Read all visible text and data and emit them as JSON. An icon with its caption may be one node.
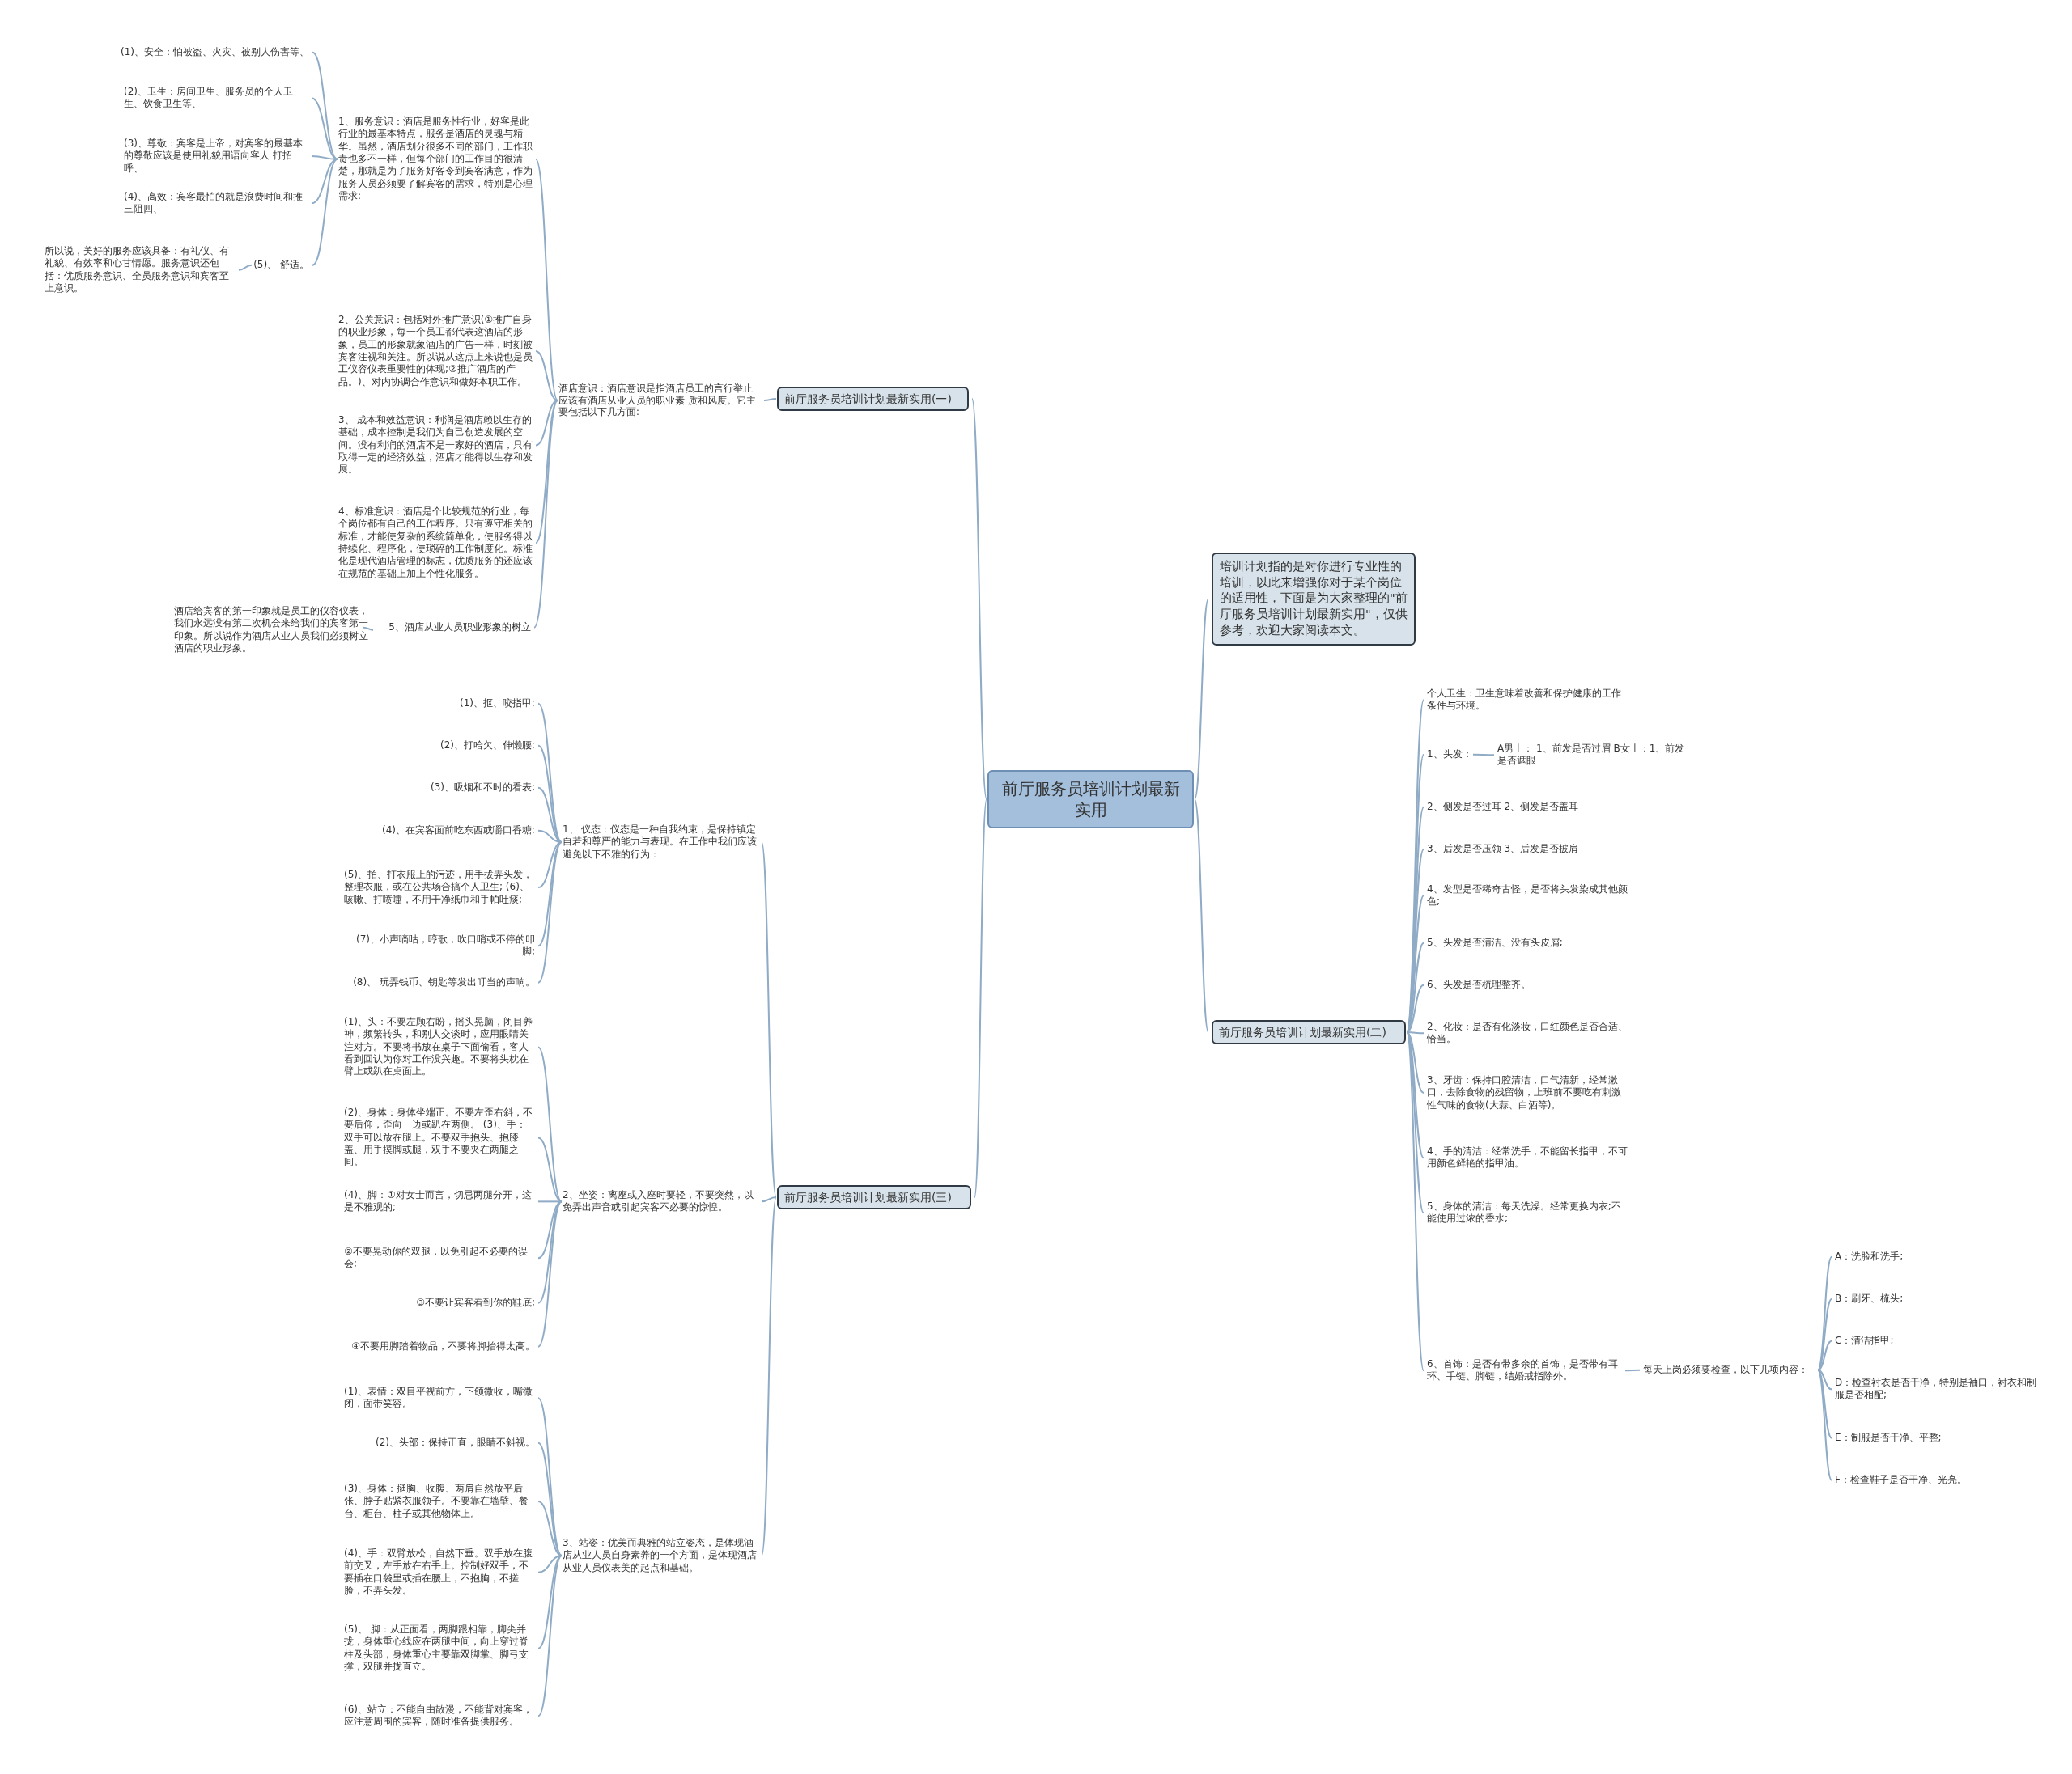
{
  "diagram": {
    "nodes": [
      {
        "text": [
          "前厅服务员培训计划最新实用"
        ]
      },
      {
        "text": [
          "前厅服务员培训计划最新实用(一)"
        ]
      },
      {
        "text": [
          "酒店意识：酒店意识是指酒店员工的言行举止应该有酒店从业人员的职业素 质和风度。它主要包括以下几方面:"
        ]
      },
      {
        "text": [
          "1、服务意识：酒店是服务性行业，好客是此行业的最基本特点，服务是酒店的灵魂与精华。虽然，酒店划分很多不同的部门，工作职责也多不一样，但每个部门的工作目的很清楚，那就是为了服务好客令到宾客满意，作为服务人员必须要了解宾客的需求，特别是心理需求:"
        ]
      },
      {
        "text": [
          "(1)、安全：怕被盗、火灾、被别人伤害等、"
        ]
      },
      {
        "text": [
          "(2)、卫生：房间卫生、服务员的个人卫生、饮食卫生等、"
        ]
      },
      {
        "text": [
          "(3)、尊敬：宾客是上帝，对宾客的最基本的尊敬应该是使用礼貌用语向客人 打招呼、"
        ]
      },
      {
        "text": [
          "(4)、高效：宾客最怕的就是浪费时间和推三阻四、"
        ]
      },
      {
        "text": [
          "(5)、 舒适。"
        ]
      },
      {
        "text": [
          "所以说，美好的服务应该具备：有礼仪、有礼貌、有效率和心甘情愿。服务意识还包括：优质服务意识、全员服务意识和宾客至上意识。"
        ]
      },
      {
        "text": [
          "2、公关意识：包括对外推广意识(①推广自身的职业形象，每一个员工都代表这酒店的形象，员工的形象就象酒店的广告一样，时刻被宾客注视和关注。所以说从这点上来说也是员工仪容仪表重要性的体现;②推广酒店的产品。)、对内协调合作意识和做好本职工作。"
        ]
      },
      {
        "text": [
          "3、 成本和效益意识：利润是酒店赖以生存的基础，成本控制是我们为自己创造发展的空间。没有利润的酒店不是一家好的酒店，只有取得一定的经济效益，酒店才能得以生存和发展。"
        ]
      },
      {
        "text": [
          "4、标准意识：酒店是个比较规范的行业，每个岗位都有自己的工作程序。只有遵守相关的标准，才能使复杂的系统简单化，使服务得以持续化、程序化，使琐碎的工作制度化。标准化是现代酒店管理的标志，优质服务的还应该在规范的基础上加上个性化服务。"
        ]
      },
      {
        "text": [
          "5、酒店从业人员职业形象的树立"
        ]
      },
      {
        "text": [
          "酒店给宾客的第一印象就是员工的仪容仪表，我们永远没有第二次机会来给我们的宾客第一印象。所以说作为酒店从业人员我们必须树立酒店的职业形象。"
        ]
      },
      {
        "text": [
          "培训计划指的是对你进行专业性的培训，以此来增强你对于某个岗位的适用性，下面是为大家整理的\"前厅服务员培训计划最新实用\"，仅供参考，欢迎大家阅读本文。"
        ]
      },
      {
        "text": [
          "前厅服务员培训计划最新实用(二)"
        ]
      },
      {
        "text": [
          "个人卫生：卫生意味着改善和保护健康的工作条件与环境。"
        ]
      },
      {
        "text": [
          "1、头发："
        ]
      },
      {
        "text": [
          "A男士： 1、前发是否过眉 B女士：1、前发是否遮眼"
        ]
      },
      {
        "text": [
          "2、侧发是否过耳 2、侧发是否盖耳"
        ]
      },
      {
        "text": [
          "3、后发是否压领 3、后发是否披肩"
        ]
      },
      {
        "text": [
          "4、发型是否稀奇古怪，是否将头发染成其他颜色;"
        ]
      },
      {
        "text": [
          "5、头发是否清洁、没有头皮屑;"
        ]
      },
      {
        "text": [
          "6、头发是否梳理整齐。"
        ]
      },
      {
        "text": [
          "2、化妆：是否有化淡妆，口红颜色是否合适、恰当。"
        ]
      },
      {
        "text": [
          "3、牙齿：保持口腔清洁，口气清新，经常漱口，去除食物的残留物，上班前不要吃有刺激性气味的食物(大蒜、白酒等)。"
        ]
      },
      {
        "text": [
          "4、手的清洁：经常洗手，不能留长指甲，不可用颜色鲜艳的指甲油。"
        ]
      },
      {
        "text": [
          "5、身体的清洁：每天洗澡。经常更换内衣;不能使用过浓的香水;"
        ]
      },
      {
        "text": [
          "6、首饰：是否有带多余的首饰，是否带有耳环、手链、脚链，结婚戒指除外。"
        ]
      },
      {
        "text": [
          "每天上岗必须要检查，以下几项内容："
        ]
      },
      {
        "text": [
          "A：洗脸和洗手;"
        ]
      },
      {
        "text": [
          "B：刷牙、梳头;"
        ]
      },
      {
        "text": [
          "C：清洁指甲;"
        ]
      },
      {
        "text": [
          "D：检查衬衣是否干净，特别是袖口，衬衣和制服是否相配;"
        ]
      },
      {
        "text": [
          "E：制服是否干净、平整;"
        ]
      },
      {
        "text": [
          "F：检查鞋子是否干净、光亮。"
        ]
      },
      {
        "text": [
          "前厅服务员培训计划最新实用(三)"
        ]
      },
      {
        "text": [
          "1、 仪态：仪态是一种自我约束，是保持镇定自若和尊严的能力与表现。在工作中我们应该避免以下不雅的行为："
        ]
      },
      {
        "text": [
          "(1)、抠、咬指甲;"
        ]
      },
      {
        "text": [
          "(2)、打哈欠、伸懒腰;"
        ]
      },
      {
        "text": [
          "(3)、吸烟和不时的看表;"
        ]
      },
      {
        "text": [
          "(4)、在宾客面前吃东西或嚼口香糖;"
        ]
      },
      {
        "text": [
          "(5)、拍、打衣服上的污迹，用手拔弄头发，整理衣服，或在公共场合搞个人卫生; (6)、咳嗽、打喷嚏，不用干净纸巾和手帕吐痰;"
        ]
      },
      {
        "text": [
          "(7)、小声嘀咕，哼歌，吹口哨或不停的叩脚;"
        ]
      },
      {
        "text": [
          "(8)、 玩弄钱币、钥匙等发出叮当的声响。"
        ]
      },
      {
        "text": [
          "2、坐姿：离座或入座时要轻，不要突然，以免弄出声音或引起宾客不必要的惊惶。"
        ]
      },
      {
        "text": [
          "(1)、头：不要左顾右盼，摇头晃脑，闭目养神，频繁转头，和别人交谈时，应用眼睛关注对方。不要将书放在桌子下面偷看，客人看到回认为你对工作没兴趣。不要将头枕在臂上或趴在桌面上。"
        ]
      },
      {
        "text": [
          "(2)、身体：身体坐端正。不要左歪右斜，不要后仰，歪向一边或趴在两侧。 (3)、手：双手可以放在腿上。不要双手抱头、抱膝盖、用手摸脚或腿，双手不要夹在两腿之间。"
        ]
      },
      {
        "text": [
          "(4)、脚：①对女士而言，切忌两腿分开，这是不雅观的;"
        ]
      },
      {
        "text": [
          "②不要晃动你的双腿，以免引起不必要的误会;"
        ]
      },
      {
        "text": [
          "③不要让宾客看到你的鞋底;"
        ]
      },
      {
        "text": [
          "④不要用脚踏着物品，不要将脚抬得太高。"
        ]
      },
      {
        "text": [
          "3、站姿：优美而典雅的站立姿态，是体现酒店从业人员自身素养的一个方面，是体现酒店从业人员仪表美的起点和基础。"
        ]
      },
      {
        "text": [
          "(1)、表情：双目平视前方，下颌微收，嘴微闭，面带笑容。"
        ]
      },
      {
        "text": [
          "(2)、头部：保持正直，眼睛不斜视。"
        ]
      },
      {
        "text": [
          "(3)、身体：挺胸、收腹、两肩自然放平后张、脖子贴紧衣服领子。不要靠在墙壁、餐台、柜台、柱子或其他物体上。"
        ]
      },
      {
        "text": [
          "(4)、手：双臂放松，自然下垂。双手放在腹前交叉，左手放在右手上。控制好双手，不要插在口袋里或插在腰上，不抱胸，不搓脸，不弄头发。"
        ]
      },
      {
        "text": [
          "(5)、 脚：从正面看，两脚跟相靠，脚尖并拢，身体重心线应在两腿中间，向上穿过脊柱及头部，身体重心主要靠双脚掌、脚弓支撑，双腿并拢直立。"
        ]
      },
      {
        "text": [
          "(6)、站立：不能自由散漫，不能背对宾客，应注意周围的宾客，随时准备提供服务。"
        ]
      }
    ],
    "edges": [
      {
        "from": 0,
        "to": 1,
        "arrow": "none"
      },
      {
        "from": 1,
        "to": 2,
        "arrow": "none"
      },
      {
        "from": 2,
        "to": 3,
        "arrow": "none"
      },
      {
        "from": 3,
        "to": 4,
        "arrow": "none"
      },
      {
        "from": 3,
        "to": 5,
        "arrow": "none"
      },
      {
        "from": 3,
        "to": 6,
        "arrow": "none"
      },
      {
        "from": 3,
        "to": 7,
        "arrow": "none"
      },
      {
        "from": 3,
        "to": 8,
        "arrow": "none"
      },
      {
        "from": 8,
        "to": 9,
        "arrow": "none"
      },
      {
        "from": 2,
        "to": 10,
        "arrow": "none"
      },
      {
        "from": 2,
        "to": 11,
        "arrow": "none"
      },
      {
        "from": 2,
        "to": 12,
        "arrow": "none"
      },
      {
        "from": 2,
        "to": 13,
        "arrow": "none"
      },
      {
        "from": 13,
        "to": 14,
        "arrow": "none"
      },
      {
        "from": 0,
        "to": 15,
        "arrow": "none"
      },
      {
        "from": 0,
        "to": 16,
        "arrow": "none"
      },
      {
        "from": 16,
        "to": 17,
        "arrow": "none"
      },
      {
        "from": 16,
        "to": 18,
        "arrow": "none"
      },
      {
        "from": 18,
        "to": 19,
        "arrow": "none"
      },
      {
        "from": 16,
        "to": 20,
        "arrow": "none"
      },
      {
        "from": 16,
        "to": 21,
        "arrow": "none"
      },
      {
        "from": 16,
        "to": 22,
        "arrow": "none"
      },
      {
        "from": 16,
        "to": 23,
        "arrow": "none"
      },
      {
        "from": 16,
        "to": 24,
        "arrow": "none"
      },
      {
        "from": 16,
        "to": 25,
        "arrow": "none"
      },
      {
        "from": 16,
        "to": 26,
        "arrow": "none"
      },
      {
        "from": 16,
        "to": 27,
        "arrow": "none"
      },
      {
        "from": 16,
        "to": 28,
        "arrow": "none"
      },
      {
        "from": 16,
        "to": 29,
        "arrow": "none"
      },
      {
        "from": 29,
        "to": 30,
        "arrow": "none"
      },
      {
        "from": 30,
        "to": 31,
        "arrow": "none"
      },
      {
        "from": 30,
        "to": 32,
        "arrow": "none"
      },
      {
        "from": 30,
        "to": 33,
        "arrow": "none"
      },
      {
        "from": 30,
        "to": 34,
        "arrow": "none"
      },
      {
        "from": 30,
        "to": 35,
        "arrow": "none"
      },
      {
        "from": 30,
        "to": 36,
        "arrow": "none"
      },
      {
        "from": 0,
        "to": 37,
        "arrow": "none"
      },
      {
        "from": 37,
        "to": 38,
        "arrow": "none"
      },
      {
        "from": 38,
        "to": 39,
        "arrow": "none"
      },
      {
        "from": 38,
        "to": 40,
        "arrow": "none"
      },
      {
        "from": 38,
        "to": 41,
        "arrow": "none"
      },
      {
        "from": 38,
        "to": 42,
        "arrow": "none"
      },
      {
        "from": 38,
        "to": 43,
        "arrow": "none"
      },
      {
        "from": 38,
        "to": 44,
        "arrow": "none"
      },
      {
        "from": 38,
        "to": 45,
        "arrow": "none"
      },
      {
        "from": 37,
        "to": 46,
        "arrow": "none"
      },
      {
        "from": 46,
        "to": 47,
        "arrow": "none"
      },
      {
        "from": 46,
        "to": 48,
        "arrow": "none"
      },
      {
        "from": 46,
        "to": 49,
        "arrow": "none"
      },
      {
        "from": 46,
        "to": 50,
        "arrow": "none"
      },
      {
        "from": 46,
        "to": 51,
        "arrow": "none"
      },
      {
        "from": 46,
        "to": 52,
        "arrow": "none"
      },
      {
        "from": 37,
        "to": 53,
        "arrow": "none"
      },
      {
        "from": 53,
        "to": 54,
        "arrow": "none"
      },
      {
        "from": 53,
        "to": 55,
        "arrow": "none"
      },
      {
        "from": 53,
        "to": 56,
        "arrow": "none"
      },
      {
        "from": 53,
        "to": 57,
        "arrow": "none"
      },
      {
        "from": 53,
        "to": 58,
        "arrow": "none"
      },
      {
        "from": 53,
        "to": 59,
        "arrow": "none"
      }
    ]
  }
}
